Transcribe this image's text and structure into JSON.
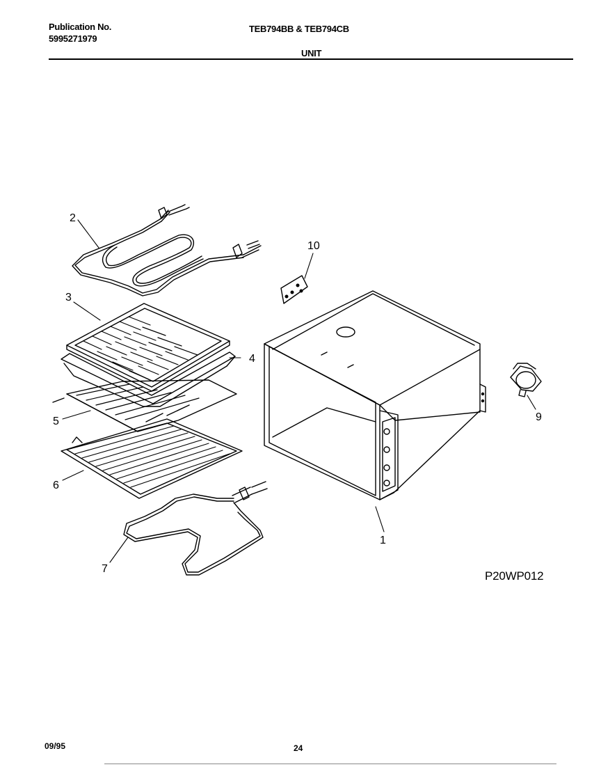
{
  "header": {
    "publication_label": "Publication No.",
    "publication_number": "5995271979",
    "models": "TEB794BB & TEB794CB",
    "section": "UNIT"
  },
  "diagram": {
    "code": "P20WP012",
    "callouts": [
      "1",
      "2",
      "3",
      "4",
      "5",
      "6",
      "7",
      "9",
      "10"
    ]
  },
  "footer": {
    "date": "09/95",
    "page": "24"
  }
}
